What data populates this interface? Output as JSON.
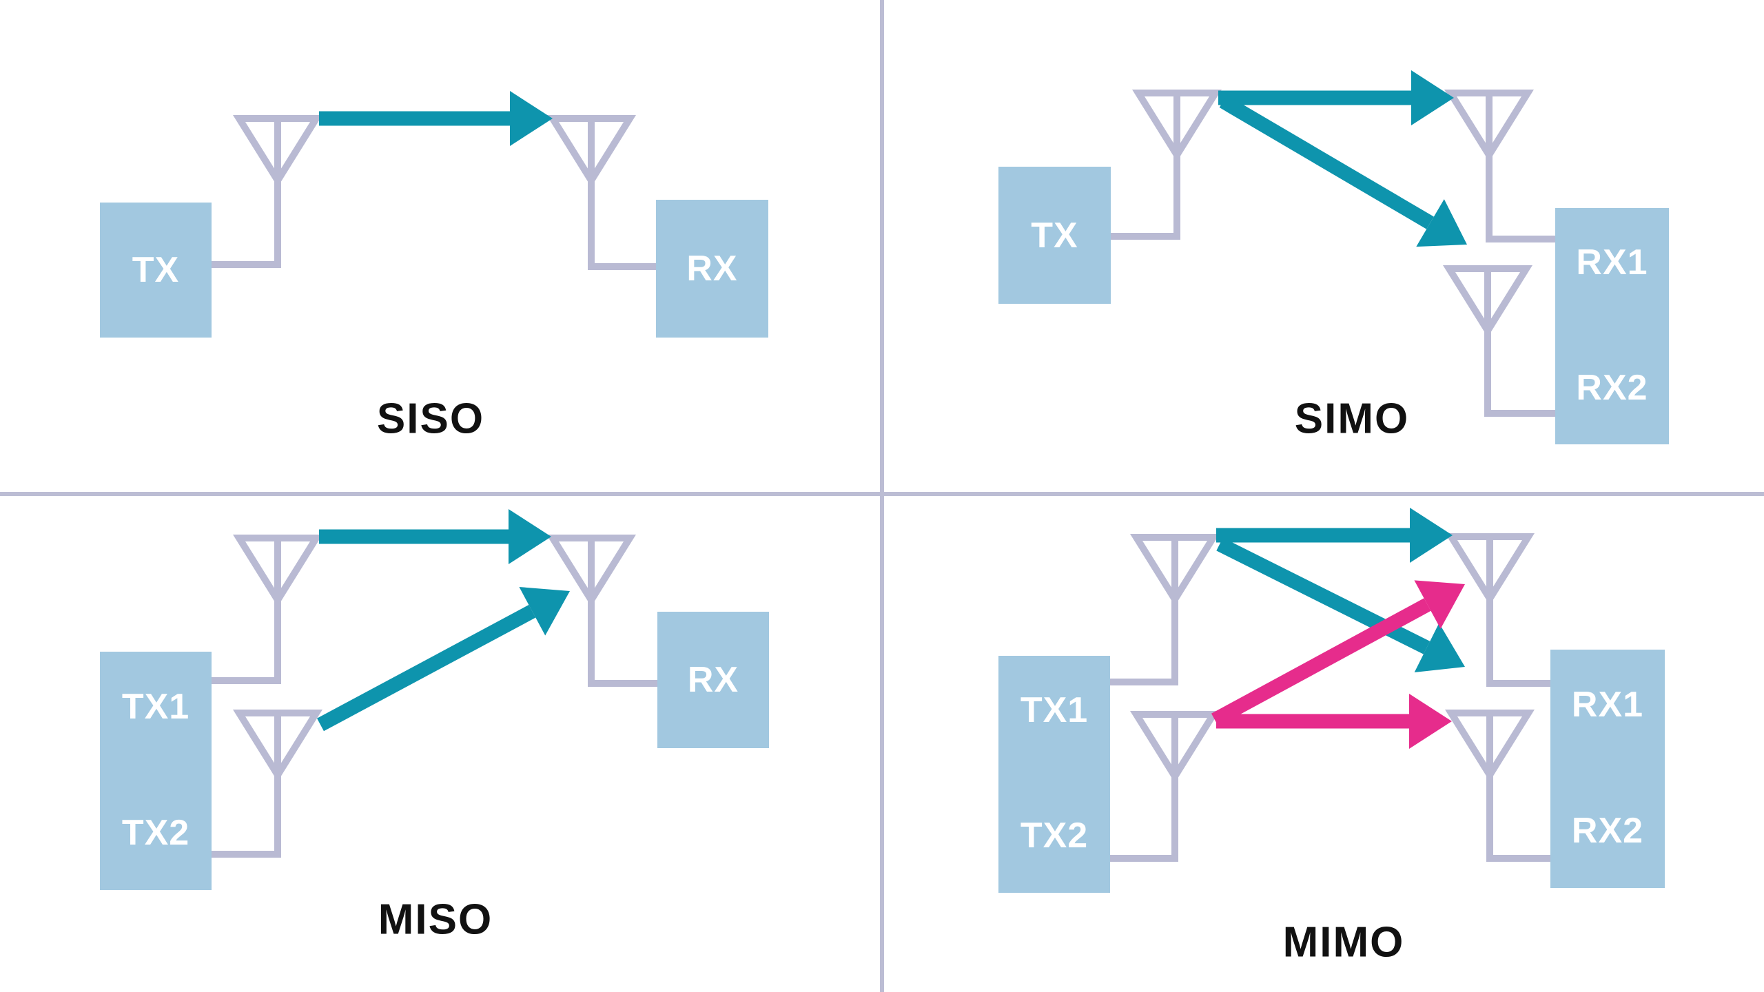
{
  "colors": {
    "stream_a_teal": "#0E94AD",
    "stream_b_pink": "#E62C8C",
    "device_box_blue": "#A2C8E0",
    "antenna_gray": "#B9BAD3",
    "divider_gray": "#BCBDD4",
    "title_black": "#111111",
    "device_label_white": "#FFFFFF",
    "background_white": "#FFFFFF"
  },
  "quadrants": [
    {
      "title": "SISO",
      "position": "top-left",
      "transmitter_labels": [
        "TX"
      ],
      "receiver_labels": [
        "RX"
      ],
      "signal_paths": [
        {
          "from": "TX",
          "to": "RX",
          "color": "teal"
        }
      ]
    },
    {
      "title": "SIMO",
      "position": "top-right",
      "transmitter_labels": [
        "TX"
      ],
      "receiver_labels": [
        "RX1",
        "RX2"
      ],
      "signal_paths": [
        {
          "from": "TX",
          "to": "RX1",
          "color": "teal"
        },
        {
          "from": "TX",
          "to": "RX2",
          "color": "teal"
        }
      ]
    },
    {
      "title": "MISO",
      "position": "bottom-left",
      "transmitter_labels": [
        "TX1",
        "TX2"
      ],
      "receiver_labels": [
        "RX"
      ],
      "signal_paths": [
        {
          "from": "TX1",
          "to": "RX",
          "color": "teal"
        },
        {
          "from": "TX2",
          "to": "RX",
          "color": "teal"
        }
      ]
    },
    {
      "title": "MIMO",
      "position": "bottom-right",
      "transmitter_labels": [
        "TX1",
        "TX2"
      ],
      "receiver_labels": [
        "RX1",
        "RX2"
      ],
      "signal_paths": [
        {
          "from": "TX1",
          "to": "RX1",
          "color": "teal"
        },
        {
          "from": "TX1",
          "to": "RX2",
          "color": "teal"
        },
        {
          "from": "TX2",
          "to": "RX1",
          "color": "pink"
        },
        {
          "from": "TX2",
          "to": "RX2",
          "color": "pink"
        }
      ]
    }
  ]
}
